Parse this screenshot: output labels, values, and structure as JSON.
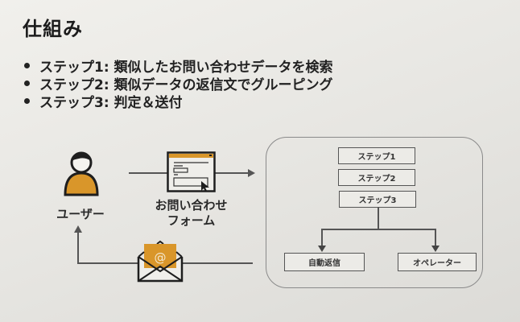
{
  "title": "仕組み",
  "bullets": [
    {
      "label": "ステップ1: 類似したお問い合わせデータを検索"
    },
    {
      "label": "ステップ2: 類似データの返信文でグルーピング"
    },
    {
      "label": "ステップ3: 判定＆送付"
    }
  ],
  "diagram": {
    "user_label": "ユーザー",
    "form_label_line1": "お問い合わせ",
    "form_label_line2": "フォーム",
    "email_icon_glyph": "@",
    "steps": [
      "ステップ1",
      "ステップ2",
      "ステップ3"
    ],
    "outputs": [
      "自動返信",
      "オペレーター"
    ],
    "accent_color": "#d9962a"
  }
}
